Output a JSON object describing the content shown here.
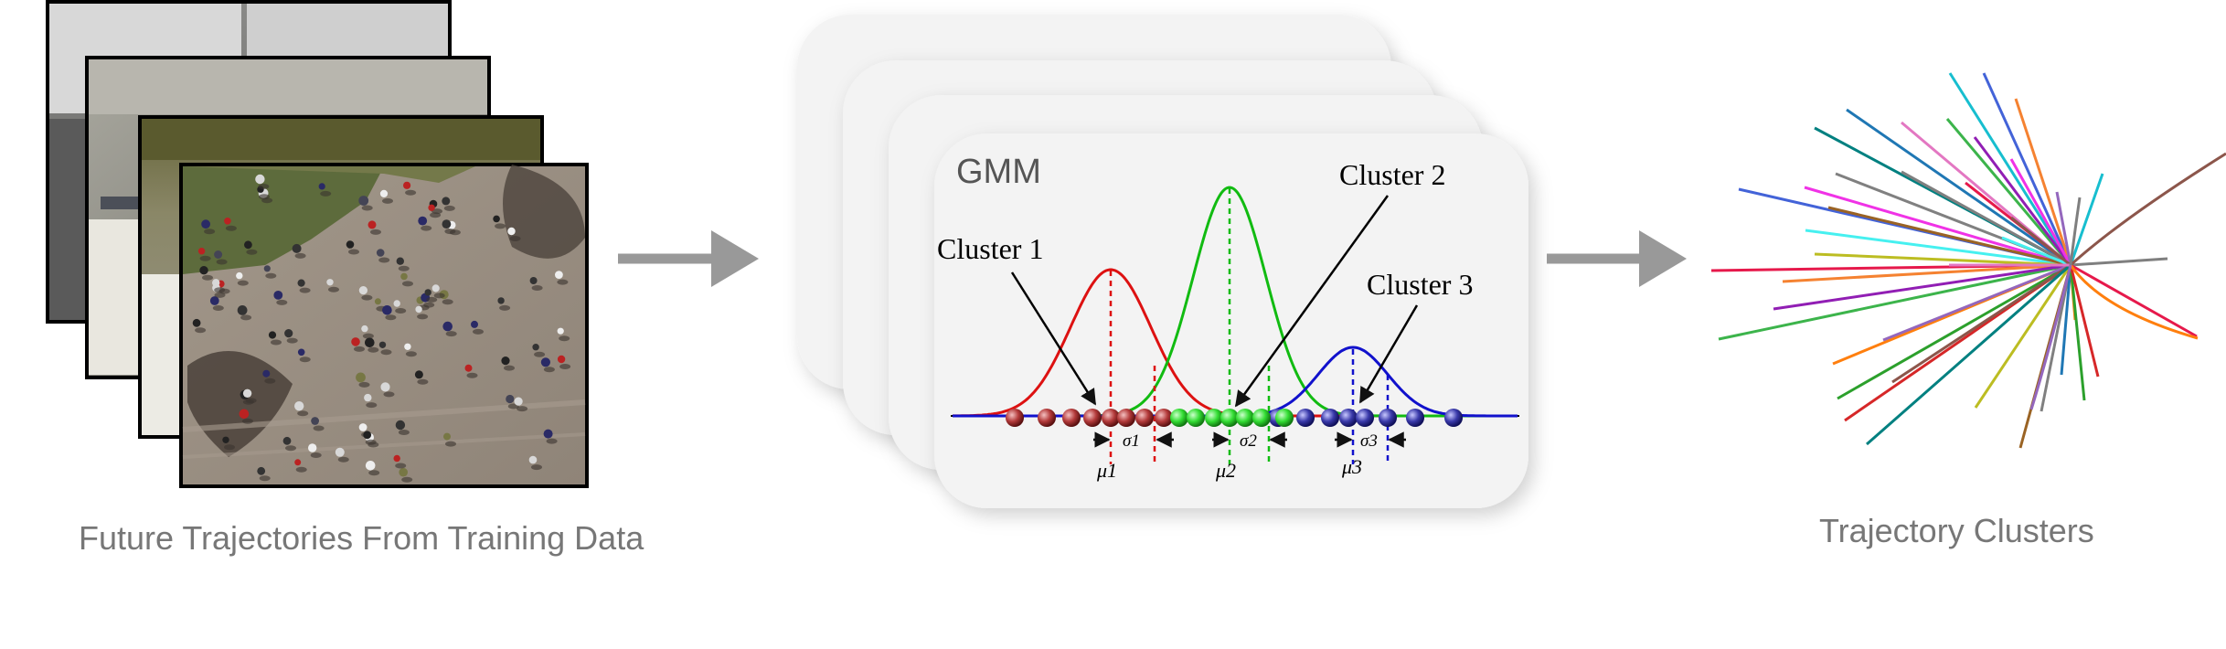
{
  "captions": {
    "left": "Future Trajectories From Training Data",
    "right": "Trajectory Clusters"
  },
  "gmm": {
    "title": "GMM",
    "clusters": [
      {
        "label": "Cluster 1",
        "mean_label": "μ1",
        "sigma_label": "σ1",
        "color": "#dd1111"
      },
      {
        "label": "Cluster 2",
        "mean_label": "μ2",
        "sigma_label": "σ2",
        "color": "#11bb11"
      },
      {
        "label": "Cluster 3",
        "mean_label": "μ3",
        "sigma_label": "σ3",
        "color": "#1111cc"
      }
    ]
  },
  "colors": {
    "arrow": "#999999",
    "card": "#f2f2f2",
    "caption": "#777777",
    "trajectories": [
      "#e6194b",
      "#3cb44b",
      "#4363d8",
      "#f58231",
      "#911eb4",
      "#46f0f0",
      "#f032e6",
      "#bcbd22",
      "#008080",
      "#9a6324",
      "#808080",
      "#1f77b4",
      "#ff7f0e",
      "#2ca02c",
      "#d62728",
      "#9467bd",
      "#8c564b",
      "#e377c2",
      "#17becf",
      "#7f7f7f"
    ]
  }
}
